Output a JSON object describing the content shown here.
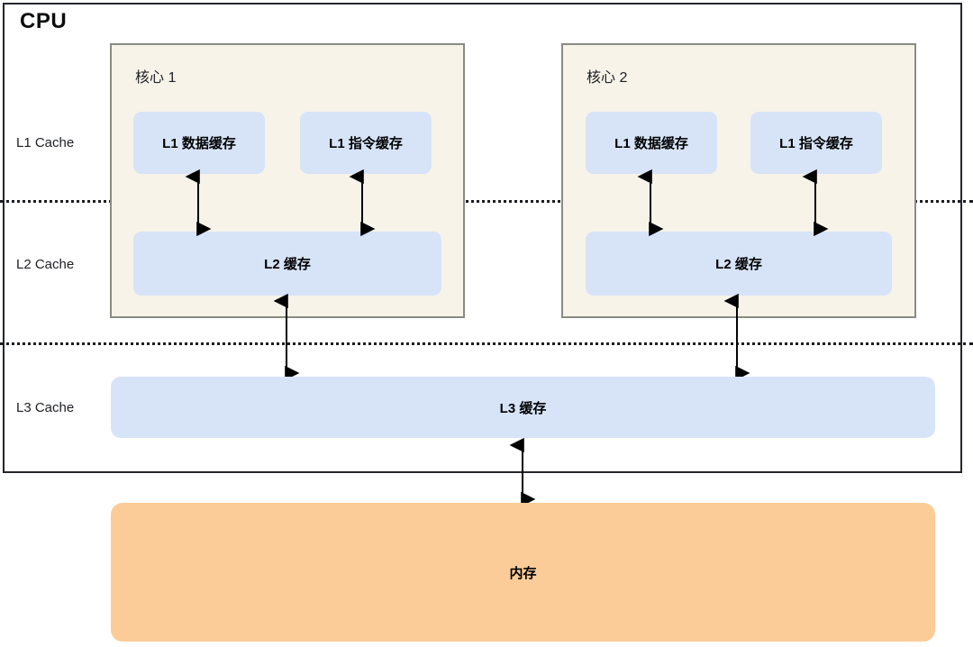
{
  "diagram": {
    "title": "CPU",
    "tier_labels": [
      {
        "id": "l1",
        "text": "L1 Cache"
      },
      {
        "id": "l2",
        "text": "L2 Cache"
      },
      {
        "id": "l3",
        "text": "L3 Cache"
      }
    ],
    "cores": [
      {
        "id": "core1",
        "title": "核心 1",
        "l1_data": "L1 数据缓存",
        "l1_instruction": "L1 指令缓存",
        "l2": "L2 缓存"
      },
      {
        "id": "core2",
        "title": "核心 2",
        "l1_data": "L1 数据缓存",
        "l1_instruction": "L1 指令缓存",
        "l2": "L2 缓存"
      }
    ],
    "l3_cache": "L3 缓存",
    "memory": "内存",
    "colors": {
      "cpu_border": "#23262b",
      "core_fill": "#f7f3e9",
      "core_border": "#8a8a84",
      "cache_fill": "#d7e4f8",
      "memory_fill": "#fbcc98",
      "arrow": "#000000",
      "separator": "#1b1d20",
      "text": "#000000"
    }
  }
}
